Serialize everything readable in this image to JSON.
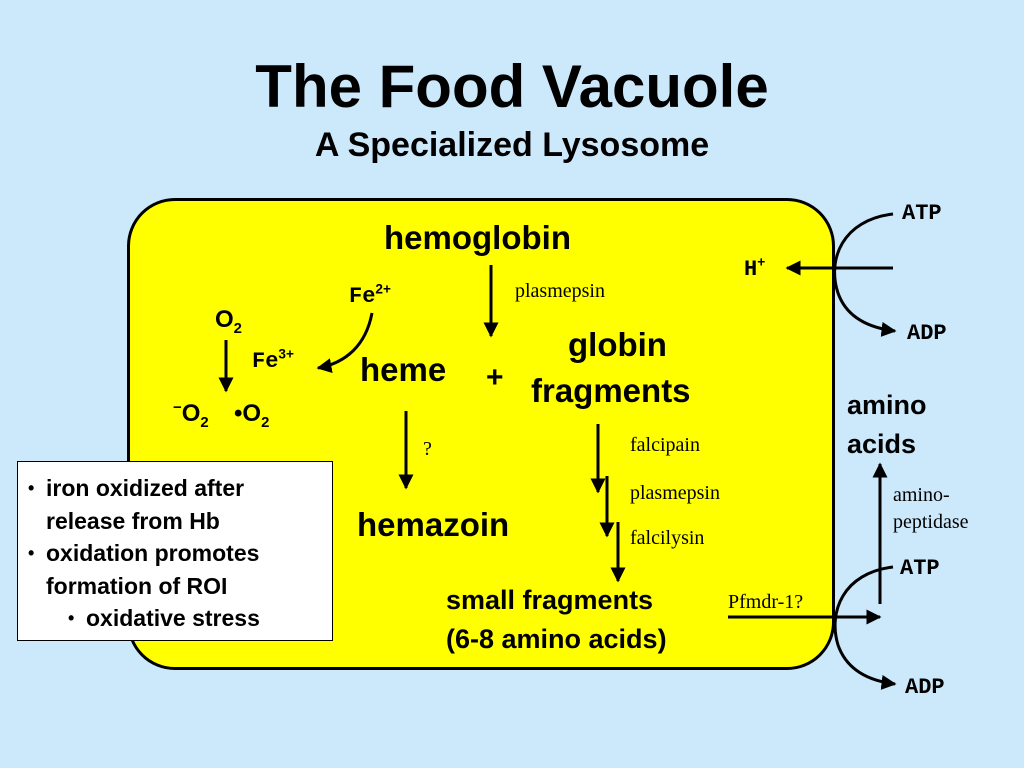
{
  "title": "The Food Vacuole",
  "subtitle": "A Specialized Lysosome",
  "hemoglobin": "hemoglobin",
  "plasmepsin_top": "plasmepsin",
  "fe2": {
    "base": "Fe",
    "sup": "2+"
  },
  "fe3": {
    "base": "Fe",
    "sup": "3+"
  },
  "o2": {
    "base": "O",
    "sub": "2"
  },
  "superoxide": {
    "pre": "−",
    "base": "O",
    "sub": "2"
  },
  "radical": {
    "pre": "•",
    "base": "O",
    "sub": "2"
  },
  "heme": "heme",
  "plus": "+",
  "globin_fragments": [
    "globin",
    "fragments"
  ],
  "question": "?",
  "hemazoin": "hemazoin",
  "enzymes": [
    "falcipain",
    "plasmepsin",
    "falcilysin"
  ],
  "small_fragments": [
    "small fragments",
    "(6-8 amino acids)"
  ],
  "pfmdr": "Pfmdr-1?",
  "h_plus": {
    "base": "H",
    "sup": "+"
  },
  "atp_top": "ATP",
  "adp_top": "ADP",
  "amino_acids": [
    "amino",
    "acids"
  ],
  "aminopeptidase": [
    "amino-",
    "peptidase"
  ],
  "atp_bottom": "ATP",
  "adp_bottom": "ADP",
  "notes": {
    "items": [
      [
        "iron oxidized after",
        "release from Hb"
      ],
      [
        "oxidation promotes",
        "formation of ROI"
      ]
    ],
    "sub_item": "oxidative stress",
    "bullet": "•"
  }
}
